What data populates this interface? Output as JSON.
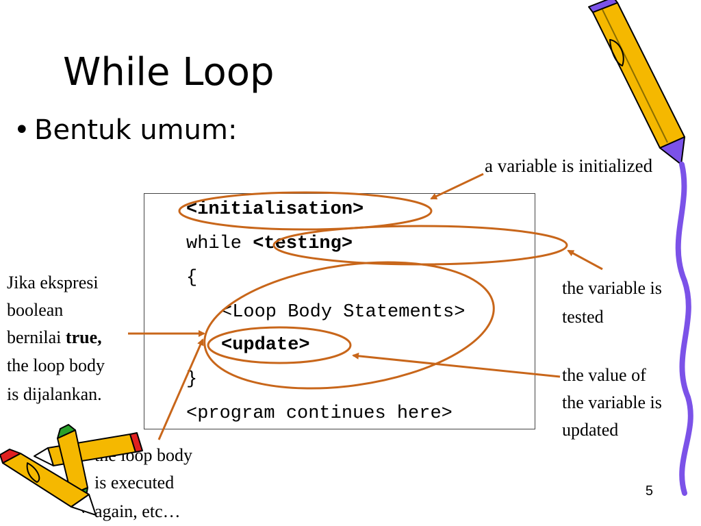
{
  "slide": {
    "title": "While Loop",
    "bullet_symbol": "•",
    "bullet_text": "Bentuk umum:",
    "page_number": "5"
  },
  "code": {
    "line1": "<initialisation>",
    "line2_keyword": "while",
    "line2_bold": "<testing>",
    "line3": "{",
    "line4": "<Loop Body Statements>",
    "line5": "<update>",
    "line6": "}",
    "line7": "<program continues here>"
  },
  "annotations": {
    "initialized": "a variable is initialized",
    "tested_line1": "the variable is",
    "tested_line2": "tested",
    "updated_line1": "the value of",
    "updated_line2": "the variable is",
    "updated_line3": "updated",
    "left_line1": "Jika ekspresi",
    "left_line2": "boolean",
    "left_line3_normal": "bernilai",
    "left_line3_bold": "true,",
    "left_line4": "the loop body",
    "left_line5": "is dijalankan.",
    "bottom_line1": "the loop body",
    "bottom_line2": "is executed",
    "bottom_line3": "again, etc…"
  },
  "colors": {
    "annotation_stroke": "#c8661a",
    "pencil_yellow": "#f5b800",
    "pencil_purple": "#7b52e8",
    "pencil_red": "#e02020",
    "pencil_green": "#2aa12a"
  }
}
